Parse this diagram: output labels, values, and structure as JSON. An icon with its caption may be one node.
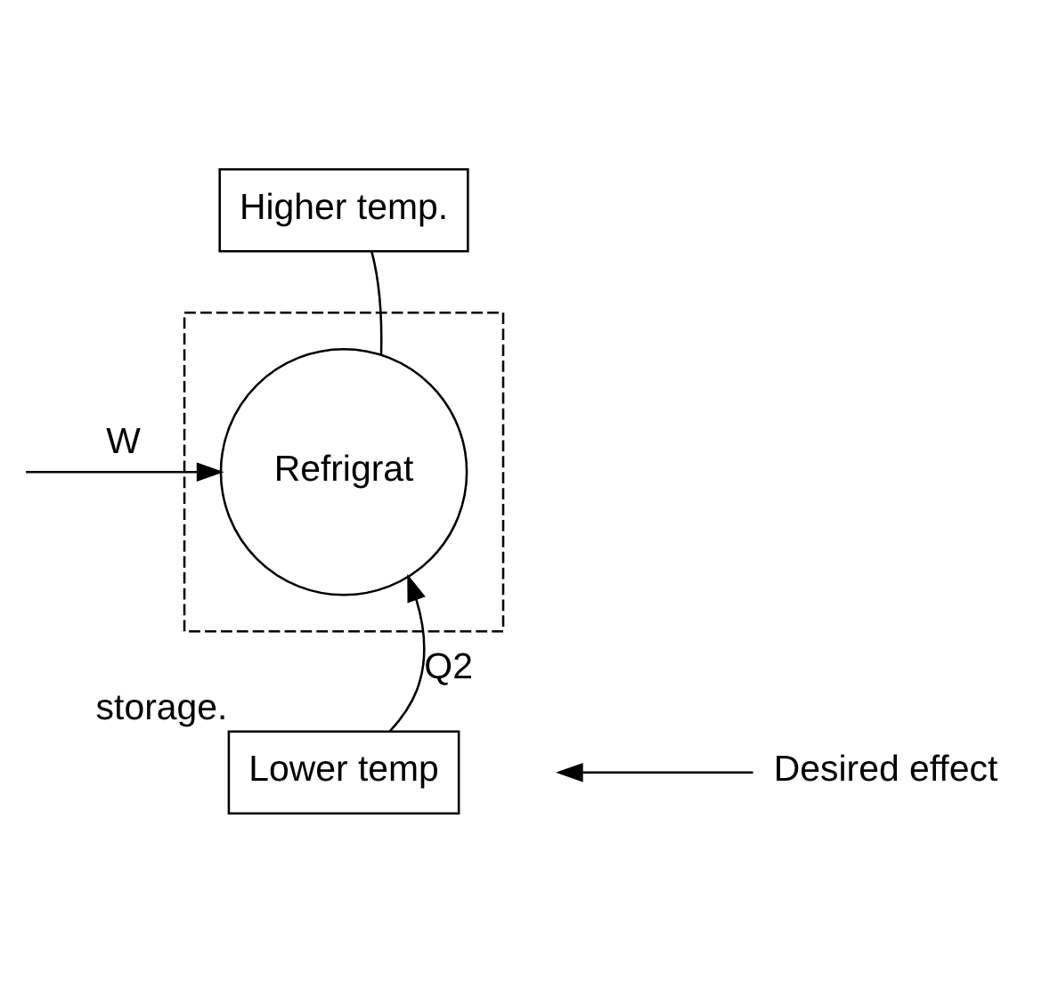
{
  "diagram": {
    "nodes": [
      {
        "text": [
          "Higher temp."
        ]
      },
      {
        "text": [],
        "shape": "box"
      },
      {
        "text": [
          "Refrigrat"
        ],
        "in": 1
      },
      {
        "text": [
          "Lower temp"
        ],
        "beside": [
          "storage."
        ]
      },
      {
        "text": [
          "Desired effect"
        ]
      }
    ],
    "edges": [
      {
        "from": 0,
        "to": 2,
        "arrow": "none"
      },
      {
        "from": null,
        "to": 2,
        "arrow": "to",
        "label": "W"
      },
      {
        "from": 3,
        "to": 2,
        "arrow": "to",
        "label": "Q2"
      },
      {
        "from": 4,
        "to": null,
        "arrow": "to"
      }
    ]
  }
}
